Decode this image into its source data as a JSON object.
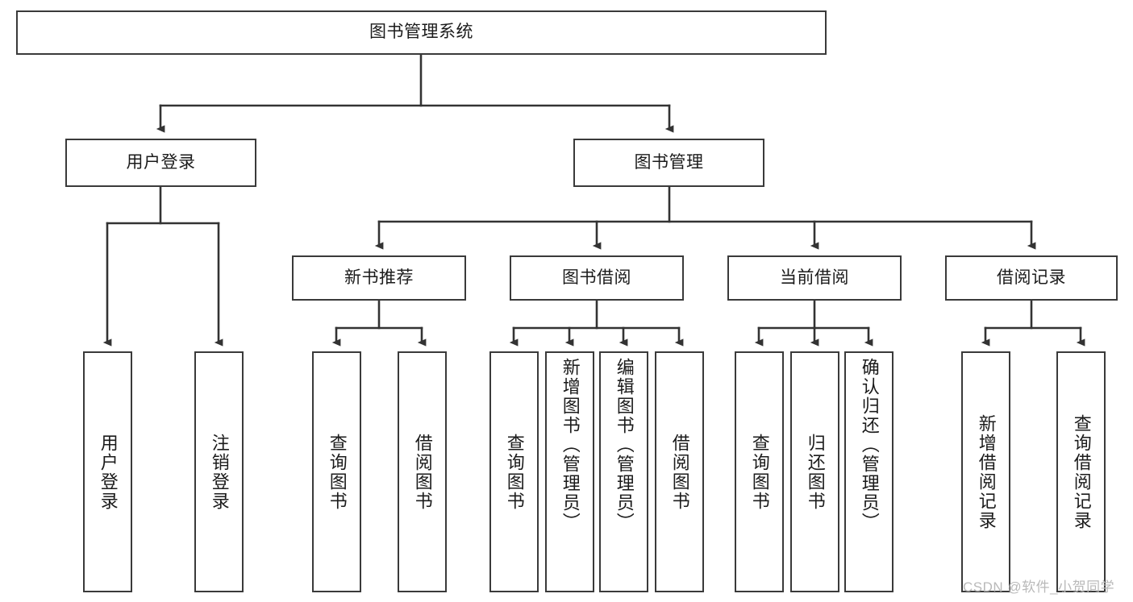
{
  "diagram": {
    "type": "hierarchy-tree",
    "title": "图书管理系统",
    "watermark": "CSDN @软件_小贺同学",
    "colors": {
      "box_border": "#3a3a3a",
      "box_fill": "#ffffff",
      "connector": "#333333",
      "text": "#1b1b1b",
      "watermark": "#b9b9b9"
    },
    "levels": {
      "level1": [
        {
          "id": "root",
          "label": "图书管理系统"
        }
      ],
      "level2": [
        {
          "id": "user-login",
          "label": "用户登录",
          "parent": "root"
        },
        {
          "id": "book-manage",
          "label": "图书管理",
          "parent": "root"
        }
      ],
      "level3": [
        {
          "id": "new-book-recommend",
          "label": "新书推荐",
          "parent": "book-manage"
        },
        {
          "id": "book-borrow",
          "label": "图书借阅",
          "parent": "book-manage"
        },
        {
          "id": "current-borrow",
          "label": "当前借阅",
          "parent": "book-manage"
        },
        {
          "id": "borrow-record",
          "label": "借阅记录",
          "parent": "book-manage"
        }
      ],
      "leaves": [
        {
          "id": "leaf-user-login",
          "label": "用户登录",
          "parent": "user-login"
        },
        {
          "id": "leaf-logout",
          "label": "注销登录",
          "parent": "user-login"
        },
        {
          "id": "leaf-query-book-1",
          "label": "查询图书",
          "parent": "new-book-recommend"
        },
        {
          "id": "leaf-borrow-book-1",
          "label": "借阅图书",
          "parent": "new-book-recommend"
        },
        {
          "id": "leaf-query-book-2",
          "label": "查询图书",
          "parent": "book-borrow"
        },
        {
          "id": "leaf-add-book",
          "label": "新增图书（管理员）",
          "parent": "book-borrow"
        },
        {
          "id": "leaf-edit-book",
          "label": "编辑图书（管理员）",
          "parent": "book-borrow"
        },
        {
          "id": "leaf-borrow-book-2",
          "label": "借阅图书",
          "parent": "book-borrow"
        },
        {
          "id": "leaf-query-book-3",
          "label": "查询图书",
          "parent": "current-borrow"
        },
        {
          "id": "leaf-return-book",
          "label": "归还图书",
          "parent": "current-borrow"
        },
        {
          "id": "leaf-confirm-return",
          "label": "确认归还（管理员）",
          "parent": "current-borrow"
        },
        {
          "id": "leaf-add-record",
          "label": "新增借阅记录",
          "parent": "borrow-record"
        },
        {
          "id": "leaf-query-record",
          "label": "查询借阅记录",
          "parent": "borrow-record"
        }
      ]
    }
  }
}
